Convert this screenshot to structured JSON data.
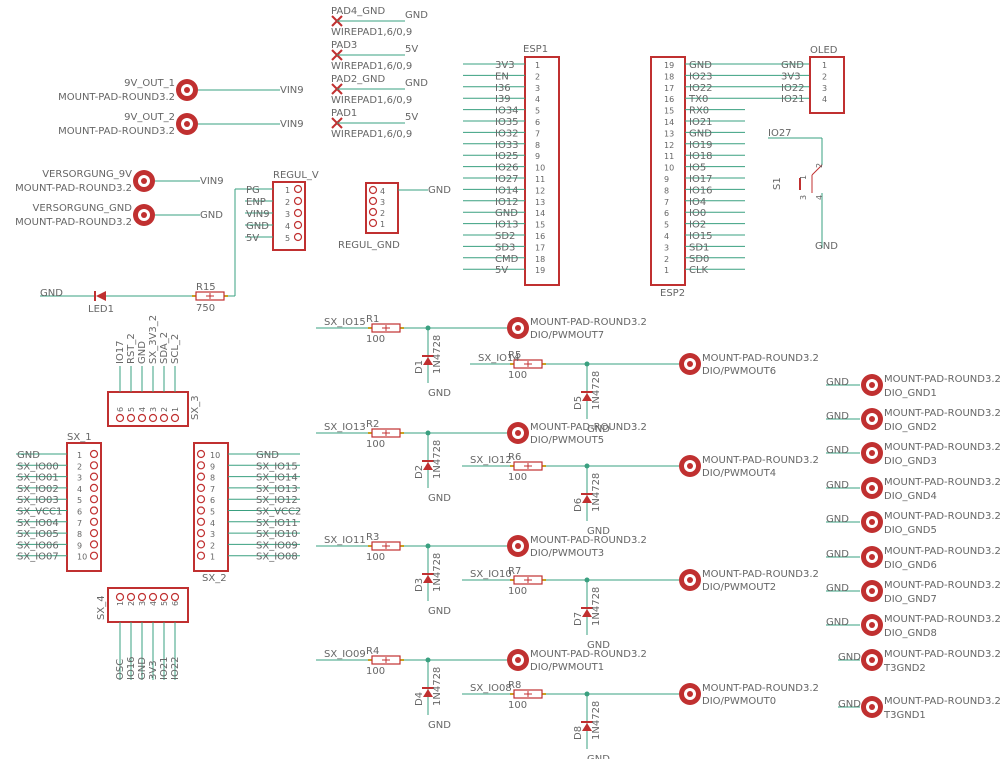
{
  "colors": {
    "wire": "#3aa080",
    "part": "#c03030",
    "text": "#555555",
    "res_end": "#c8a020"
  },
  "pads_top": [
    {
      "name": "PAD4_GND",
      "pkg": "WIREPAD1,6/0,9",
      "net": "GND"
    },
    {
      "name": "PAD3",
      "pkg": "WIREPAD1,6/0,9",
      "net": "5V"
    },
    {
      "name": "PAD2_GND",
      "pkg": "WIREPAD1,6/0,9",
      "net": "GND"
    },
    {
      "name": "PAD1",
      "pkg": "WIREPAD1,6/0,9",
      "net": "5V"
    }
  ],
  "mount_left": [
    {
      "name": "9V_OUT_1",
      "pkg": "MOUNT-PAD-ROUND3.2",
      "net": "VIN9"
    },
    {
      "name": "9V_OUT_2",
      "pkg": "MOUNT-PAD-ROUND3.2",
      "net": "VIN9"
    },
    {
      "name": "VERSORGUNG_9V",
      "pkg": "MOUNT-PAD-ROUND3.2",
      "net": "VIN9"
    },
    {
      "name": "VERSORGUNG_GND",
      "pkg": "MOUNT-PAD-ROUND3.2",
      "net": "GND"
    }
  ],
  "regul_v": {
    "name": "REGUL_V",
    "pins": [
      "PG",
      "ENP",
      "VIN9",
      "GND",
      "5V"
    ],
    "nums": [
      "1",
      "2",
      "3",
      "4",
      "5"
    ]
  },
  "regul_gnd": {
    "name": "REGUL_GND",
    "nums": [
      "4",
      "3",
      "2",
      "1"
    ],
    "net": "GND"
  },
  "led": {
    "net": "GND",
    "led": "LED1",
    "res": "R15",
    "val": "750"
  },
  "esp1": {
    "name": "ESP1",
    "pins": [
      "3V3",
      "EN",
      "I36",
      "I39",
      "IO34",
      "IO35",
      "IO32",
      "IO33",
      "IO25",
      "IO26",
      "IO27",
      "IO14",
      "IO12",
      "GND",
      "IO13",
      "SD2",
      "SD3",
      "CMD",
      "5V"
    ],
    "nums": [
      "1",
      "2",
      "3",
      "4",
      "5",
      "6",
      "7",
      "8",
      "9",
      "10",
      "11",
      "12",
      "13",
      "14",
      "15",
      "16",
      "17",
      "18",
      "19"
    ]
  },
  "esp2": {
    "name": "ESP2",
    "pins": [
      "GND",
      "IO23",
      "IO22",
      "TX0",
      "RX0",
      "IO21",
      "GND",
      "IO19",
      "IO18",
      "IO5",
      "IO17",
      "IO16",
      "IO4",
      "IO0",
      "IO2",
      "IO15",
      "SD1",
      "SD0",
      "CLK"
    ],
    "nums": [
      "19",
      "18",
      "17",
      "16",
      "15",
      "14",
      "13",
      "12",
      "11",
      "10",
      "9",
      "8",
      "7",
      "6",
      "5",
      "4",
      "3",
      "2",
      "1"
    ]
  },
  "oled": {
    "name": "OLED",
    "pins": [
      "GND",
      "3V3",
      "IO22",
      "IO21"
    ],
    "nums": [
      "1",
      "2",
      "3",
      "4"
    ]
  },
  "s1": {
    "name": "S1",
    "net_top": "IO27",
    "net_bot": "GND",
    "nums": [
      "1",
      "2",
      "3",
      "4"
    ]
  },
  "sx3": {
    "name": "SX_3",
    "nets": [
      "IO17",
      "RST_2",
      "GND",
      "SX_3V3_2",
      "SDA_2",
      "SCL_2"
    ],
    "nums": [
      "6",
      "5",
      "4",
      "3",
      "2",
      "1"
    ]
  },
  "sx1": {
    "name": "SX_1",
    "pins": [
      "GND",
      "SX_IO00",
      "SX_IO01",
      "SX_IO02",
      "SX_IO03",
      "SX_VCC1",
      "SX_IO04",
      "SX_IO05",
      "SX_IO06",
      "SX_IO07"
    ],
    "nums": [
      "1",
      "2",
      "3",
      "4",
      "5",
      "6",
      "7",
      "8",
      "9",
      "10"
    ]
  },
  "sx2": {
    "name": "SX_2",
    "pins": [
      "GND",
      "SX_IO15",
      "SX_IO14",
      "SX_IO13",
      "SX_IO12",
      "SX_VCC2",
      "SX_IO11",
      "SX_IO10",
      "SX_IO09",
      "SX_IO08"
    ],
    "nums": [
      "10",
      "9",
      "8",
      "7",
      "6",
      "5",
      "4",
      "3",
      "2",
      "1"
    ]
  },
  "sx4": {
    "name": "SX_4",
    "nets": [
      "OSC",
      "IO16",
      "GND",
      "3V3",
      "IO21",
      "IO22"
    ],
    "nums": [
      "1",
      "2",
      "3",
      "4",
      "5",
      "6"
    ]
  },
  "pwm_channels": [
    {
      "net": "SX_IO15",
      "res": "R1",
      "val": "100",
      "diode": "D1",
      "dval": "1N4728",
      "gnd": "GND",
      "pad": "MOUNT-PAD-ROUND3.2",
      "out": "DIO/PWMOUT7"
    },
    {
      "net": "SX_IO14",
      "res": "R5",
      "val": "100",
      "diode": "D5",
      "dval": "1N4728",
      "gnd": "GND",
      "pad": "MOUNT-PAD-ROUND3.2",
      "out": "DIO/PWMOUT6"
    },
    {
      "net": "SX_IO13",
      "res": "R2",
      "val": "100",
      "diode": "D2",
      "dval": "1N4728",
      "gnd": "GND",
      "pad": "MOUNT-PAD-ROUND3.2",
      "out": "DIO/PWMOUT5"
    },
    {
      "net": "SX_IO12",
      "res": "R6",
      "val": "100",
      "diode": "D6",
      "dval": "1N4728",
      "gnd": "GND",
      "pad": "MOUNT-PAD-ROUND3.2",
      "out": "DIO/PWMOUT4"
    },
    {
      "net": "SX_IO11",
      "res": "R3",
      "val": "100",
      "diode": "D3",
      "dval": "1N4728",
      "gnd": "GND",
      "pad": "MOUNT-PAD-ROUND3.2",
      "out": "DIO/PWMOUT3"
    },
    {
      "net": "SX_IO10",
      "res": "R7",
      "val": "100",
      "diode": "D7",
      "dval": "1N4728",
      "gnd": "GND",
      "pad": "MOUNT-PAD-ROUND3.2",
      "out": "DIO/PWMOUT2"
    },
    {
      "net": "SX_IO09",
      "res": "R4",
      "val": "100",
      "diode": "D4",
      "dval": "1N4728",
      "gnd": "GND",
      "pad": "MOUNT-PAD-ROUND3.2",
      "out": "DIO/PWMOUT1"
    },
    {
      "net": "SX_IO08",
      "res": "R8",
      "val": "100",
      "diode": "D8",
      "dval": "1N4728",
      "gnd": "GND",
      "pad": "MOUNT-PAD-ROUND3.2",
      "out": "DIO/PWMOUT0"
    }
  ],
  "gnd_pads": [
    {
      "net": "GND",
      "pkg": "MOUNT-PAD-ROUND3.2",
      "name": "DIO_GND1"
    },
    {
      "net": "GND",
      "pkg": "MOUNT-PAD-ROUND3.2",
      "name": "DIO_GND2"
    },
    {
      "net": "GND",
      "pkg": "MOUNT-PAD-ROUND3.2",
      "name": "DIO_GND3"
    },
    {
      "net": "GND",
      "pkg": "MOUNT-PAD-ROUND3.2",
      "name": "DIO_GND4"
    },
    {
      "net": "GND",
      "pkg": "MOUNT-PAD-ROUND3.2",
      "name": "DIO_GND5"
    },
    {
      "net": "GND",
      "pkg": "MOUNT-PAD-ROUND3.2",
      "name": "DIO_GND6"
    },
    {
      "net": "GND",
      "pkg": "MOUNT-PAD-ROUND3.2",
      "name": "DIO_GND7"
    },
    {
      "net": "GND",
      "pkg": "MOUNT-PAD-ROUND3.2",
      "name": "DIO_GND8"
    },
    {
      "net": "GND",
      "pkg": "MOUNT-PAD-ROUND3.2",
      "name": "T3GND2"
    },
    {
      "net": "GND",
      "pkg": "MOUNT-PAD-ROUND3.2",
      "name": "T3GND1"
    }
  ]
}
